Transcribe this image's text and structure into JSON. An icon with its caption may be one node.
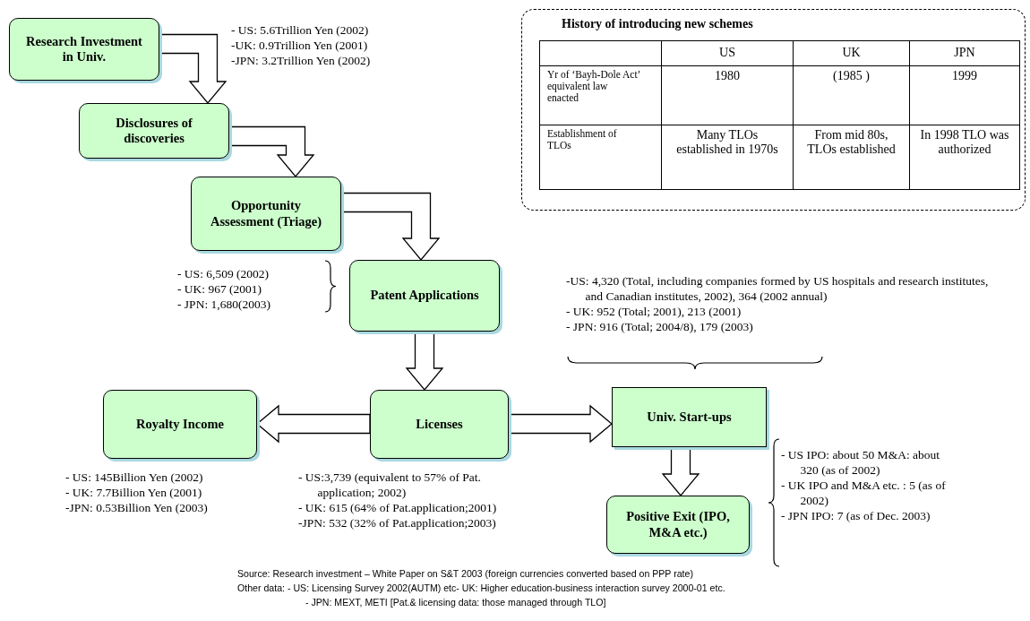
{
  "diagram": {
    "nodes": [
      {
        "text": [
          "Research Investment in Univ."
        ],
        "beside": [
          "- US: 5.6Trillion Yen (2002)",
          "-UK: 0.9Trillion Yen (2001)",
          "-JPN: 3.2Trillion Yen (2002)"
        ]
      },
      {
        "text": [
          "Disclosures of discoveries"
        ]
      },
      {
        "text": [
          "Opportunity Assessment (Triage)"
        ]
      },
      {
        "text": [
          "Patent Applications"
        ],
        "beside": [
          "- US: 6,509 (2002)",
          "- UK: 967 (2001)",
          "- JPN: 1,680(2003)"
        ]
      },
      {
        "text": [
          "Royalty Income"
        ],
        "beside": [
          "- US: 145Billion Yen (2002)",
          "- UK: 7.7Billion Yen (2001)",
          "-JPN: 0.53Billion Yen (2003)"
        ]
      },
      {
        "text": [
          "Licenses"
        ],
        "beside": [
          "- US:3,739 (equivalent to 57% of Pat. application; 2002)",
          "- UK: 615 (64% of Pat.application;2001)",
          "-JPN: 532 (32% of Pat.application;2003)"
        ]
      },
      {
        "text": [
          "Univ. Start-ups"
        ],
        "beside": [
          "-US: 4,320 (Total, including companies formed by US hospitals and research institutes, and Canadian institutes, 2002), 364 (2002 annual)",
          "- UK: 952 (Total; 2001), 213 (2001)",
          "- JPN: 916 (Total; 2004/8), 179 (2003)"
        ]
      },
      {
        "text": [
          "Positive Exit (IPO, M&A etc.)"
        ],
        "beside": [
          "- US IPO: about 50 M&A: about 320 (as of 2002)",
          "- UK IPO and M&A etc. : 5 (as of 2002)",
          "- JPN IPO: 7 (as of Dec. 2003)"
        ]
      },
      {
        "text": [
          "History of introducing new schemes"
        ]
      }
    ],
    "edges": [
      {
        "from": 0,
        "to": 1,
        "arrow": "to"
      },
      {
        "from": 1,
        "to": 2,
        "arrow": "to"
      },
      {
        "from": 2,
        "to": 3,
        "arrow": "to"
      },
      {
        "from": 3,
        "to": 5,
        "arrow": "to"
      },
      {
        "from": 5,
        "to": 4,
        "arrow": "to"
      },
      {
        "from": 5,
        "to": 6,
        "arrow": "to"
      },
      {
        "from": 6,
        "to": 7,
        "arrow": "to"
      }
    ],
    "labels": [
      "US",
      "UK",
      "JPN",
      "Yr of ‘Bayh-Dole Act’ equivalent law enacted",
      "1980",
      "(1985 )",
      "1999",
      "Establishment of TLOs",
      "Many TLOs established in 1970s",
      "From mid 80s, TLOs established",
      "In 1998 TLO was authorized",
      "Source: Research investment – White Paper on S&T 2003 (foreign currencies converted based on PPP rate)",
      "Other data: - US: Licensing Survey 2002(AUTM) etc- UK: Higher education-business interaction survey 2000-01 etc.",
      "- JPN: MEXT, METI [Pat.& licensing data: those managed through TLO]"
    ]
  }
}
